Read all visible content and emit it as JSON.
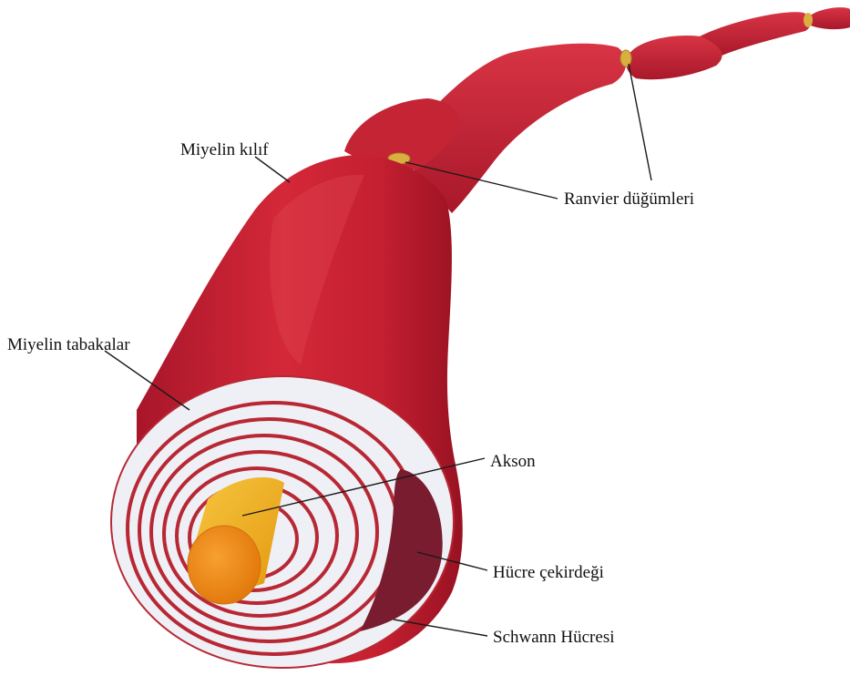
{
  "labels": {
    "myelin_sheath": "Miyelin kılıf",
    "nodes_of_ranvier": "Ranvier düğümleri",
    "myelin_layers": "Miyelin tabakalar",
    "axon": "Akson",
    "cell_nucleus": "Hücre çekirdeği",
    "schwann_cell": "Schwann Hücresi"
  },
  "colors": {
    "sheath": "#c8202f",
    "sheath_dark": "#9e1422",
    "sheath_light": "#e04a55",
    "node": "#d9b040",
    "layer_fill": "#eef0f5",
    "layer_line": "#b82834",
    "axon_side": "#f0b020",
    "axon_end": "#f08a10",
    "nucleus": "#7a1c30"
  }
}
